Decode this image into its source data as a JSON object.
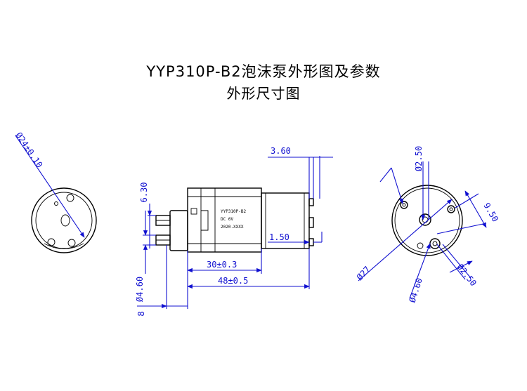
{
  "title": {
    "line1": "YYP310P-B2泡沫泵外形图及参数",
    "line2": "外形尺寸图"
  },
  "product_label": {
    "line1": "YYP310P-B2",
    "line2": "DC 6V",
    "line3": "2020.XXXX"
  },
  "dimensions": {
    "left_diameter": "Ø24±0.10",
    "nozzle_gap": "6.30",
    "nozzle_diameter": "Ø4.60",
    "nozzle_length": "8",
    "terminal_width": "3.60",
    "terminal_thickness": "1.50",
    "body_length": "30±0.3",
    "total_length": "48±0.5",
    "hole_diameter_top": "Ø2.50",
    "hole_spacing": "9.50",
    "hole_diameter_bottom": "Ø2.50",
    "motor_diameter": "Ø27",
    "boss_diameter": "Ø4.60"
  },
  "colors": {
    "outline": "#000000",
    "dimension": "#1010d0"
  }
}
